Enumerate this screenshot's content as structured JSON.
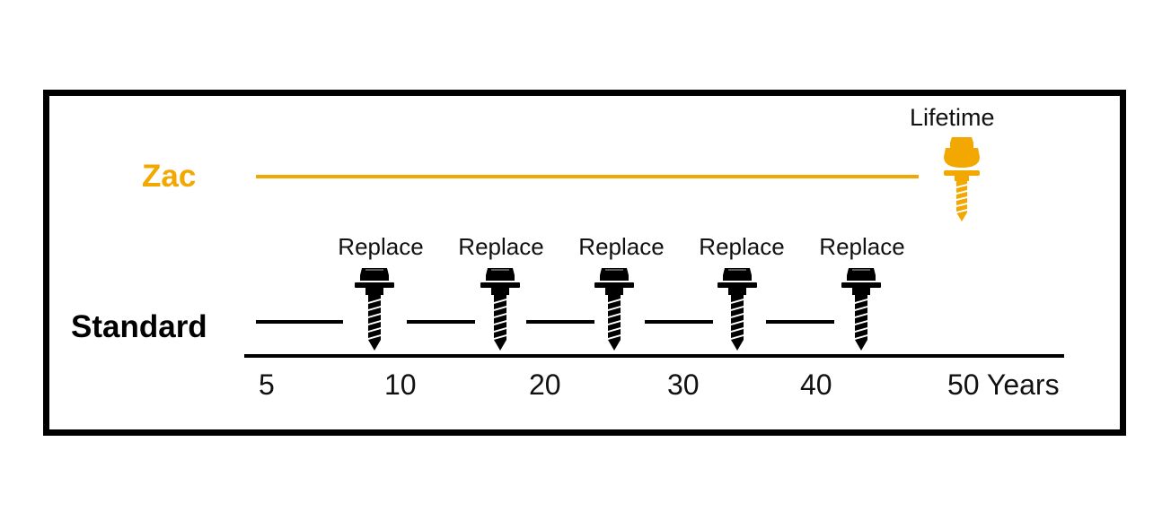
{
  "colors": {
    "zac": "#f2a800",
    "standard": "#000000",
    "frame": "#000000"
  },
  "rows": {
    "zac": {
      "label": "Zac",
      "end_label": "Lifetime",
      "icon": "screw-icon"
    },
    "standard": {
      "label": "Standard",
      "replace_label": "Replace",
      "icon": "screw-icon"
    }
  },
  "replace_markers": [
    "Replace",
    "Replace",
    "Replace",
    "Replace",
    "Replace"
  ],
  "axis": {
    "ticks": [
      "5",
      "10",
      "20",
      "30",
      "40",
      "50 Years"
    ]
  }
}
